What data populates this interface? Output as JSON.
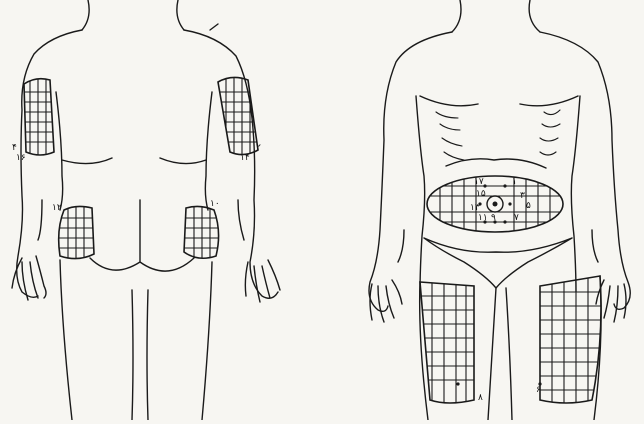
{
  "back_view": {
    "labels": {
      "left_arm_top": "۴",
      "left_arm_bottom": "۱۶",
      "right_arm_top": "۲",
      "right_arm_bottom": "۱۴",
      "left_hip": "۱۲",
      "right_hip": "۱۰"
    }
  },
  "front_view": {
    "labels": {
      "abd_17": "۱۷",
      "abd_1": "۱",
      "abd_15": "۱۵",
      "abd_3": "۳",
      "abd_13": "۱۳",
      "abd_5": "۵",
      "abd_11": "۱۱",
      "abd_9": "۹",
      "abd_7": "۷",
      "left_thigh": "۸",
      "right_thigh": "۶"
    }
  }
}
